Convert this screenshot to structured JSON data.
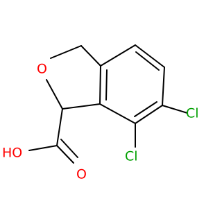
{
  "colors": {
    "bond": "#000000",
    "oxygen": "#ff0000",
    "chlorine": "#00a000"
  },
  "atoms": {
    "ring_oxygen": "O",
    "hydroxyl": "HO",
    "carbonyl_oxygen": "O",
    "chlorine_6": "Cl",
    "chlorine_7": "Cl"
  }
}
